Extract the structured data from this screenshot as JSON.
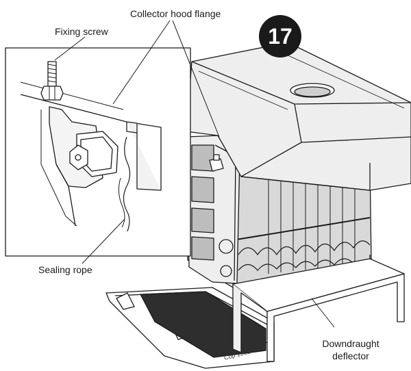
{
  "step_number": "17",
  "callouts": {
    "fixing_screw": "Fixing screw",
    "collector_hood_flange": "Collector hood flange",
    "sealing_rope": "Sealing rope",
    "downdraught_deflector_line1": "Downdraught",
    "downdraught_deflector_line2": "deflector"
  },
  "drawing_code": "Cop 1902"
}
